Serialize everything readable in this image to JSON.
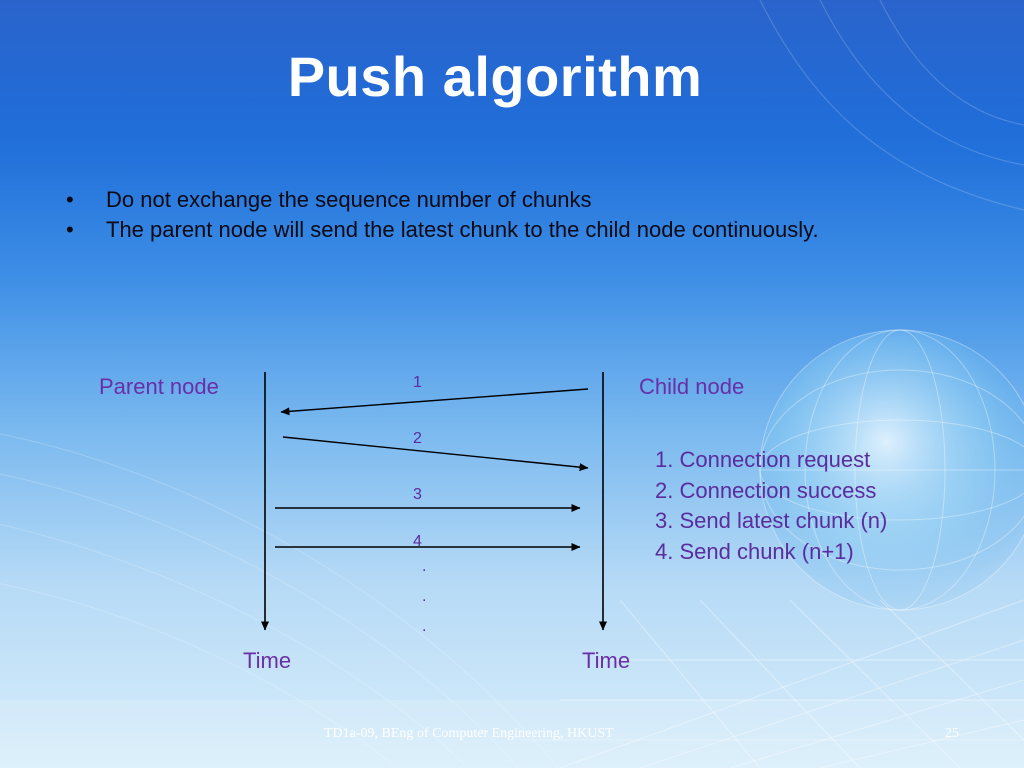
{
  "slide": {
    "title": "Push algorithm",
    "bullets": [
      "Do not exchange the sequence number of chunks",
      "The parent node will send the latest chunk to the child node continuously."
    ],
    "bullet_glyph": "•"
  },
  "diagram": {
    "parent_label": "Parent node",
    "child_label": "Child node",
    "time_labels": [
      "Time",
      "Time"
    ],
    "message_numbers": [
      "1",
      "2",
      "3",
      "4"
    ],
    "continuation_dots": [
      ".",
      ".",
      "."
    ],
    "legend": [
      "1. Connection request",
      "2. Connection success",
      "3. Send latest chunk (n)",
      "4. Send chunk (n+1)"
    ]
  },
  "footer": {
    "text": "TD1a-09, BEng of Computer Engineering, HKUST",
    "page_number": "25"
  },
  "colors": {
    "title": "#ffffff",
    "body_text": "#0a0a14",
    "diagram_text": "#6a2fa6",
    "arrows": "#000000"
  }
}
